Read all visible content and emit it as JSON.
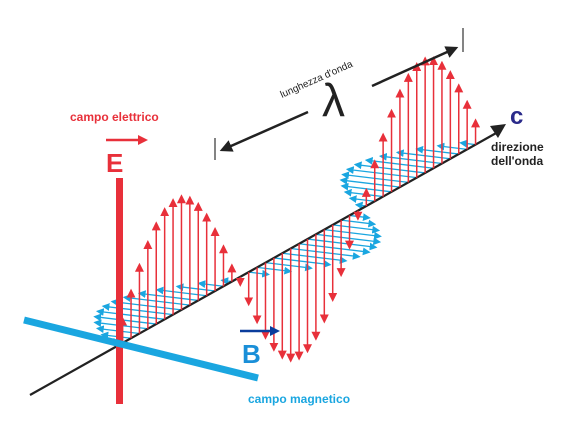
{
  "labels": {
    "electric_field": "campo elettrico",
    "magnetic_field": "campo magnetico",
    "wavelength": "lunghezza d'onda",
    "lambda_symbol": "λ",
    "e_symbol": "E",
    "b_symbol": "B",
    "c_symbol": "c",
    "direction_line1": "direzione",
    "direction_line2": "dell'onda"
  },
  "colors": {
    "electric": "#e8303a",
    "magnetic": "#1aa6e0",
    "axis": "#222222",
    "c_letter": "#2a2a8a",
    "b_letter": "#1a8fd8",
    "b_arrow": "#0a3d9c"
  }
}
